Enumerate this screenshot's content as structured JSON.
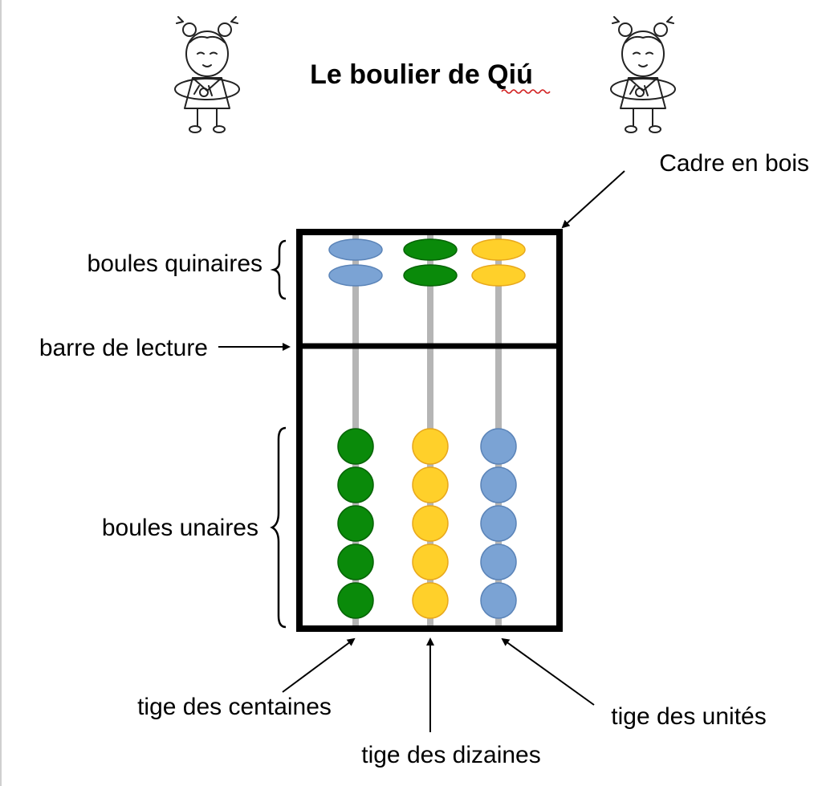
{
  "title": "Le boulier de Qiú",
  "labels": {
    "frame": "Cadre en bois",
    "quinary_beads": "boules quinaires",
    "reading_bar": "barre de lecture",
    "unary_beads": "boules unaires",
    "hundreds_rod": "tige des centaines",
    "tens_rod": "tige des dizaines",
    "units_rod": "tige des unités"
  },
  "rods": [
    {
      "name": "centaines",
      "upper_color": "#7ba3d4",
      "upper_stroke": "#5b84b8",
      "lower_color": "#0a8a0a",
      "lower_stroke": "#066406",
      "upper_count": 2,
      "lower_count": 5
    },
    {
      "name": "dizaines",
      "upper_color": "#0a8a0a",
      "upper_stroke": "#066406",
      "lower_color": "#ffd02a",
      "lower_stroke": "#e8a81c",
      "upper_count": 2,
      "lower_count": 5
    },
    {
      "name": "unités",
      "upper_color": "#ffd02a",
      "upper_stroke": "#e8a81c",
      "lower_color": "#7ba3d4",
      "lower_stroke": "#5b84b8",
      "upper_count": 2,
      "lower_count": 5
    }
  ],
  "colors": {
    "frame": "#000000",
    "rod": "#b5b5b5",
    "underline": "#d22020"
  }
}
